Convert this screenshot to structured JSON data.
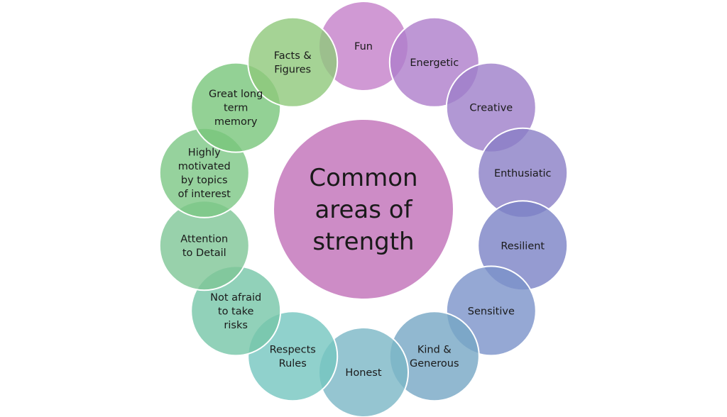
{
  "center": {
    "lines": [
      "Common",
      "areas of",
      "strength"
    ],
    "color": "#cd8cc6"
  },
  "items": [
    {
      "lines": [
        "Fun"
      ],
      "color": "#c47fc9"
    },
    {
      "lines": [
        "Energetic"
      ],
      "color": "#ae7dcb"
    },
    {
      "lines": [
        "Creative"
      ],
      "color": "#9d7ec9"
    },
    {
      "lines": [
        "Enthusiatic"
      ],
      "color": "#8a7ec6"
    },
    {
      "lines": [
        "Resilient"
      ],
      "color": "#7a82c6"
    },
    {
      "lines": [
        "Sensitive"
      ],
      "color": "#7a92c9"
    },
    {
      "lines": [
        "Kind &",
        "Generous"
      ],
      "color": "#76a6c4"
    },
    {
      "lines": [
        "Honest"
      ],
      "color": "#7ab7c6"
    },
    {
      "lines": [
        "Respects",
        "Rules"
      ],
      "color": "#74c6bf"
    },
    {
      "lines": [
        "Not afraid",
        "to take",
        "risks"
      ],
      "color": "#76c6a8"
    },
    {
      "lines": [
        "Attention",
        "to Detail"
      ],
      "color": "#7ec696"
    },
    {
      "lines": [
        "Highly",
        "motivated",
        "by topics",
        "of interest"
      ],
      "color": "#7cc785"
    },
    {
      "lines": [
        "Great long",
        "term",
        "memory"
      ],
      "color": "#78c57a"
    },
    {
      "lines": [
        "Facts &",
        "Figures"
      ],
      "color": "#8ec87a"
    }
  ]
}
